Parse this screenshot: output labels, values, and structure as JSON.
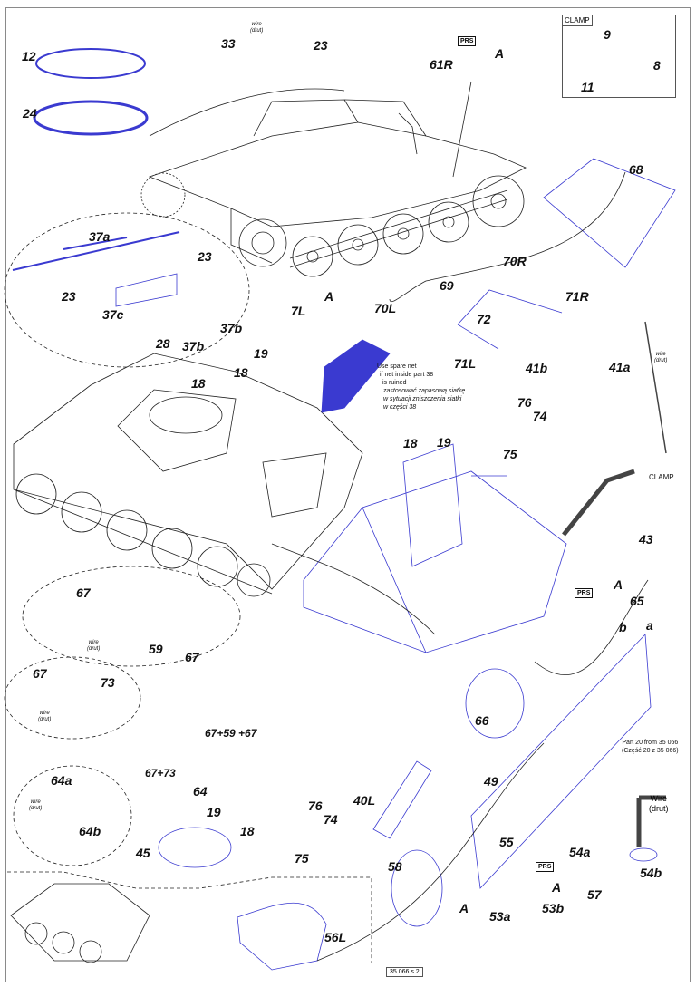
{
  "document": {
    "page_ref": "35 066 s.2",
    "colors": {
      "part_line": "#3a3ad0",
      "outline": "#222222",
      "prs_arrow": "#2a8a2a",
      "frame": "#8a8a8a"
    }
  },
  "clamp_inset": {
    "title": "CLAMP",
    "parts": [
      "9",
      "8",
      "11"
    ]
  },
  "part_labels": {
    "p12": "12",
    "p24": "24",
    "p33": "33",
    "p23a": "23",
    "p61R": "61R",
    "pA1": "A",
    "p68": "68",
    "p37a": "37a",
    "p23b": "23",
    "p23c": "23",
    "p37c": "37c",
    "p28": "28",
    "p37b1": "37b",
    "p37b2": "37b",
    "p7L": "7L",
    "pA2": "A",
    "p70L": "70L",
    "p69": "69",
    "p72": "72",
    "p70R": "70R",
    "p71R": "71R",
    "p71L": "71L",
    "p41b": "41b",
    "p41a": "41a",
    "p76a": "76",
    "p74a": "74",
    "p75a": "75",
    "p19a": "19",
    "p18a": "18",
    "p18b": "18",
    "p18c": "18",
    "p19b": "19",
    "p43": "43",
    "pA3": "A",
    "p65": "65",
    "pa": "a",
    "pb": "b",
    "p67a": "67",
    "p59": "59",
    "p67b": "67",
    "p67c": "67",
    "p73": "73",
    "p67_59_67": "67+59 +67",
    "p67_73": "67+73",
    "p66": "66",
    "p49": "49",
    "p64a": "64a",
    "p64b": "64b",
    "p64": "64",
    "p19c": "19",
    "p18d": "18",
    "p45": "45",
    "p76b": "76",
    "p74b": "74",
    "p75b": "75",
    "p40L": "40L",
    "p55": "55",
    "p54a": "54a",
    "p54b": "54b",
    "p57": "57",
    "p58": "58",
    "pA4": "A",
    "p53a": "53a",
    "p53b": "53b",
    "pA5": "A",
    "p56L": "56L"
  },
  "badges": {
    "prs1": "PRS",
    "prs2": "PRS",
    "prs3": "PRS",
    "clamp2": "CLAMP"
  },
  "notes": {
    "wire_top": [
      "wire",
      "(drut)"
    ],
    "wire_right": [
      "wire",
      "(drut)"
    ],
    "wire_59": [
      "wire",
      "(drut)"
    ],
    "wire_73": [
      "wire",
      "(drut)"
    ],
    "wire_64": [
      "wire",
      "(drut)"
    ],
    "wire_54b": [
      "Wire",
      "(drut)"
    ],
    "spare_net_en": [
      "Use spare net",
      "if net inside part 38",
      "is ruined"
    ],
    "spare_net_pl": [
      "zastosować zapasową siatkę",
      "w sytuacji zniszczenia siatki",
      "w części 38"
    ],
    "part20": [
      "Part 20 from 35 066",
      "(Część 20 z 35 066)"
    ]
  }
}
